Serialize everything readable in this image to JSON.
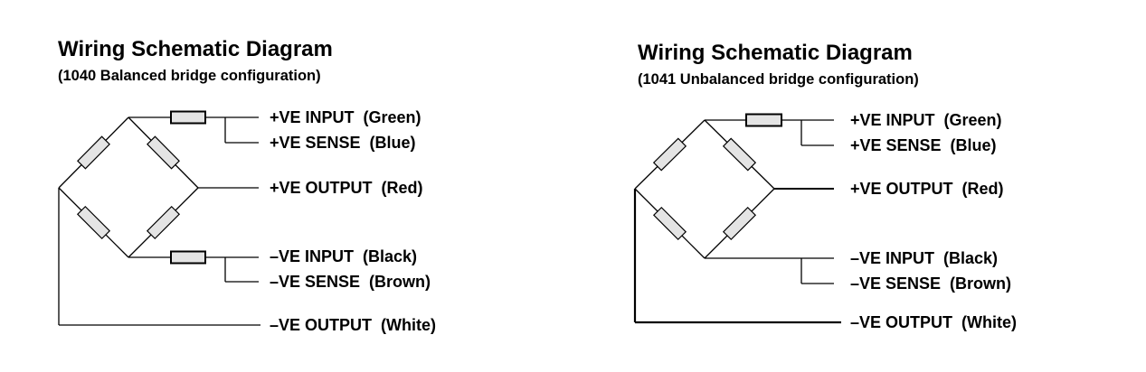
{
  "diagrams": [
    {
      "title": "Wiring Schematic Diagram",
      "subtitle": "(1040 Balanced bridge configuration)",
      "has_negative_resistor": true,
      "terminals": [
        {
          "signal": "+VE INPUT",
          "color": "(Green)"
        },
        {
          "signal": "+VE SENSE",
          "color": "(Blue)"
        },
        {
          "signal": "+VE OUTPUT",
          "color": "(Red)"
        },
        {
          "signal": "–VE INPUT",
          "color": "(Black)"
        },
        {
          "signal": "–VE SENSE",
          "color": "(Brown)"
        },
        {
          "signal": "–VE OUTPUT",
          "color": "(White)"
        }
      ]
    },
    {
      "title": "Wiring Schematic Diagram",
      "subtitle": "(1041 Unbalanced bridge configuration)",
      "has_negative_resistor": false,
      "terminals": [
        {
          "signal": "+VE INPUT",
          "color": "(Green)"
        },
        {
          "signal": "+VE SENSE",
          "color": "(Blue)"
        },
        {
          "signal": "+VE OUTPUT",
          "color": "(Red)"
        },
        {
          "signal": "–VE INPUT",
          "color": "(Black)"
        },
        {
          "signal": "–VE SENSE",
          "color": "(Brown)"
        },
        {
          "signal": "–VE OUTPUT",
          "color": "(White)"
        }
      ]
    }
  ],
  "colors": {
    "resistor_fill": "#e4e4e4",
    "wire": "#000000"
  }
}
